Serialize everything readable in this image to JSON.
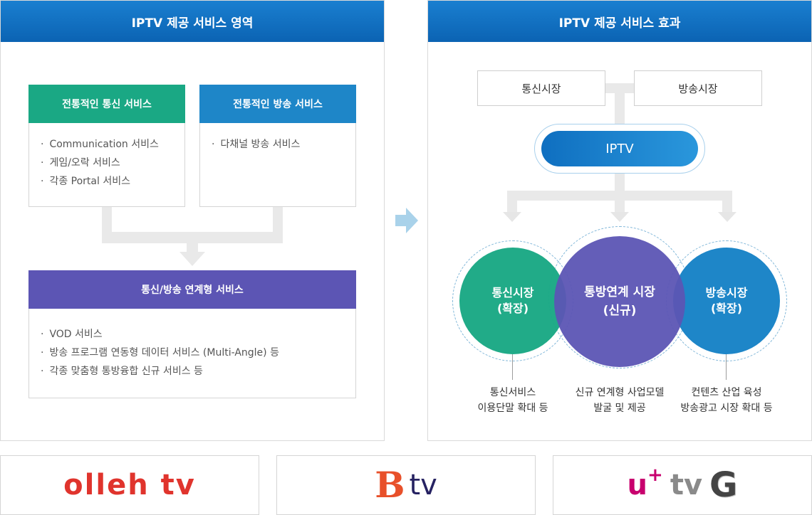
{
  "left_panel": {
    "title": "IPTV 제공 서비스 영역",
    "telecom": {
      "title": "전통적인 통신 서비스",
      "items": [
        "Communication 서비스",
        "게임/오락 서비스",
        "각종 Portal 서비스"
      ]
    },
    "broadcast": {
      "title": "전통적인 방송 서비스",
      "items": [
        "다채널 방송 서비스"
      ]
    },
    "converged": {
      "title": "통신/방송 연계형 서비스",
      "items": [
        "VOD 서비스",
        "방송 프로그램 연동형 데이터 서비스 (Multi-Angle) 등",
        "각종 맞춤형 통방융합 신규 서비스 등"
      ]
    }
  },
  "right_panel": {
    "title": "IPTV 제공 서비스 효과",
    "market_telecom": "통신시장",
    "market_broadcast": "방송시장",
    "iptv": "IPTV",
    "circles": [
      {
        "line1": "통신시장",
        "line2": "(확장)"
      },
      {
        "line1": "통방연계 시장",
        "line2": "(신규)"
      },
      {
        "line1": "방송시장",
        "line2": "(확장)"
      }
    ],
    "notes": [
      {
        "line1": "통신서비스",
        "line2": "이용단말 확대 등"
      },
      {
        "line1": "신규 연계형 사업모델",
        "line2": "발굴 및 제공"
      },
      {
        "line1": "컨텐츠 산업 육성",
        "line2": "방송광고 시장 확대 등"
      }
    ]
  },
  "logos": {
    "olleh": "olleh tv",
    "btv_letter": "B",
    "btv_suffix": "tv",
    "uplus_u": "U",
    "uplus_plus": "+",
    "uplus_tv": "tv",
    "uplus_g": "G"
  },
  "colors": {
    "header_blue": "#0b63b3",
    "telecom_green": "#1aa884",
    "broadcast_blue": "#1e86c8",
    "converged_purple": "#5c55b4",
    "olleh_red": "#e0342d",
    "uplus_magenta": "#c8006e"
  }
}
